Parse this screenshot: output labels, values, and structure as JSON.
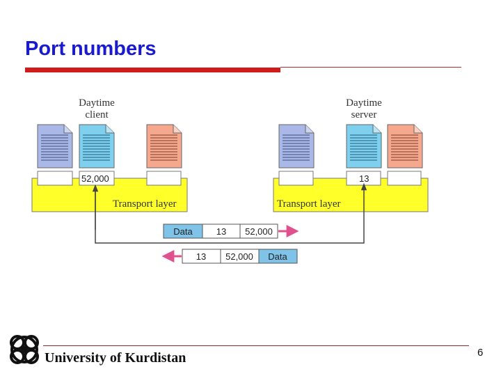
{
  "slide": {
    "title": "Port numbers",
    "footer": "University of Kurdistan",
    "page_number": "6"
  },
  "diagram": {
    "client_label_line1": "Daytime",
    "client_label_line2": "client",
    "server_label_line1": "Daytime",
    "server_label_line2": "server",
    "client_port": "52,000",
    "server_port": "13",
    "client_layer": "Transport layer",
    "server_layer": "Transport layer",
    "request_packet": {
      "data": "Data",
      "dest_port": "13",
      "src_port": "52,000"
    },
    "response_packet": {
      "dest_port": "13",
      "src_port": "52,000",
      "data": "Data"
    }
  },
  "colors": {
    "title": "#1a1ad0",
    "accent_bar": "#d11a1a",
    "layer_fill": "#ffff2a",
    "doc_blue": "#a9b8e6",
    "doc_cyan": "#7fd0ee",
    "doc_salmon": "#f5a88e",
    "data_cell": "#7fc3e8",
    "arrow_pink": "#e0508c"
  }
}
